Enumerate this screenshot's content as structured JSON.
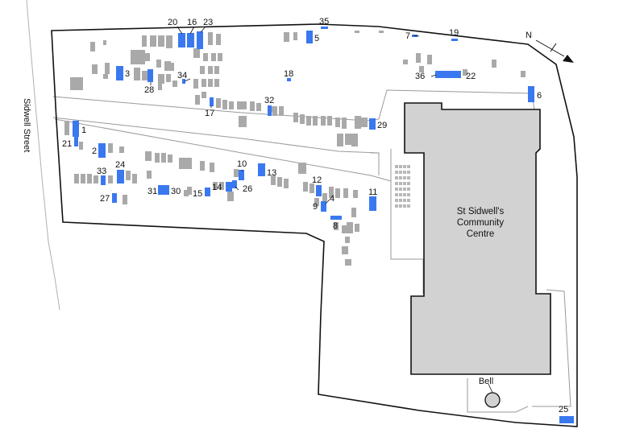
{
  "labels": {
    "street": "Sidwell Street",
    "building": [
      "St Sidwell's",
      "Community",
      "Centre"
    ],
    "bell": "Bell",
    "north": "N"
  },
  "colors": {
    "marked_grave": "#3a78f0",
    "other_grave": "#a9a9a9",
    "building_fill": "#d2d2d2",
    "boundary": "#111111",
    "path_line": "#9a9a9a"
  },
  "graves": [
    {
      "id": "1",
      "label": "1"
    },
    {
      "id": "2",
      "label": "2"
    },
    {
      "id": "3",
      "label": "3"
    },
    {
      "id": "4",
      "label": "4"
    },
    {
      "id": "5",
      "label": "5"
    },
    {
      "id": "6",
      "label": "6"
    },
    {
      "id": "7",
      "label": "7"
    },
    {
      "id": "8",
      "label": "8"
    },
    {
      "id": "9",
      "label": "9"
    },
    {
      "id": "10",
      "label": "10"
    },
    {
      "id": "11",
      "label": "11"
    },
    {
      "id": "12",
      "label": "12"
    },
    {
      "id": "13",
      "label": "13"
    },
    {
      "id": "14",
      "label": "14"
    },
    {
      "id": "15",
      "label": "15"
    },
    {
      "id": "16",
      "label": "16"
    },
    {
      "id": "17",
      "label": "17"
    },
    {
      "id": "18",
      "label": "18"
    },
    {
      "id": "19",
      "label": "19"
    },
    {
      "id": "20",
      "label": "20"
    },
    {
      "id": "21",
      "label": "21"
    },
    {
      "id": "22",
      "label": "22"
    },
    {
      "id": "23",
      "label": "23"
    },
    {
      "id": "24",
      "label": "24"
    },
    {
      "id": "25",
      "label": "25"
    },
    {
      "id": "26",
      "label": "26"
    },
    {
      "id": "27",
      "label": "27"
    },
    {
      "id": "28",
      "label": "28"
    },
    {
      "id": "29",
      "label": "29"
    },
    {
      "id": "30",
      "label": "30"
    },
    {
      "id": "31",
      "label": "31"
    },
    {
      "id": "32",
      "label": "32"
    },
    {
      "id": "33",
      "label": "33"
    },
    {
      "id": "34",
      "label": "34"
    },
    {
      "id": "35",
      "label": "35"
    },
    {
      "id": "36",
      "label": "36"
    }
  ]
}
